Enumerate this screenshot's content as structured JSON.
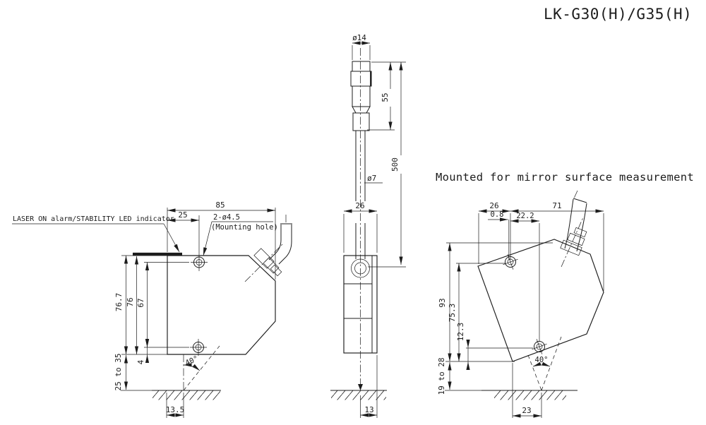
{
  "title": "LK-G30(H)/G35(H)",
  "colors": {
    "line": "#1c1c1c",
    "background": "#ffffff"
  },
  "views": {
    "left": {
      "led_label": "LASER ON alarm/STABILITY LED indicator",
      "mount_hole_label": "2-ø4.5",
      "mount_hole_note": "(Mounting hole)",
      "dim_width": "85",
      "dim_hole_offset": "25",
      "dim_height_outer": "76.7",
      "dim_height": "76",
      "dim_hole_pitch": "67",
      "dim_hole_to_base": "4",
      "dim_range": "25 to 35",
      "dim_beam_offset": "13.5",
      "dim_angle": "40°"
    },
    "center": {
      "dim_connector_dia": "ø14",
      "dim_connector_len": "55",
      "dim_cable_len": "500",
      "dim_cable_dia": "ø7",
      "dim_width": "26",
      "dim_beam_offset": "13"
    },
    "right": {
      "caption": "Mounted for mirror surface measurement",
      "dim_front": "26",
      "dim_back": "71",
      "dim_offset_small": "0.8",
      "dim_hole_offset": "22.2",
      "dim_height_overall": "93",
      "dim_height_hole": "75.3",
      "dim_height_lower": "12.3",
      "dim_range": "19 to 28",
      "dim_angle": "40°",
      "dim_spot_offset": "23"
    }
  }
}
